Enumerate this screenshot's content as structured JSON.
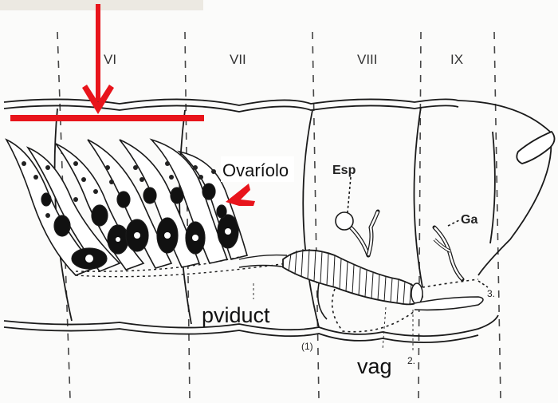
{
  "segments": {
    "vi": "VI",
    "vii": "VII",
    "viii": "VIII",
    "ix": "IX"
  },
  "labels": {
    "ovariolo": "Ovaríolo",
    "esp": "Esp",
    "ga": "Ga",
    "pviduct": "pviduct",
    "vag": "vag",
    "num_1": "(1)",
    "num_2": "2.",
    "num_3": "3."
  },
  "colors": {
    "annotation_red": "#e8141b",
    "ink": "#1a1a1a",
    "corner_tab": "#ece9e2"
  }
}
